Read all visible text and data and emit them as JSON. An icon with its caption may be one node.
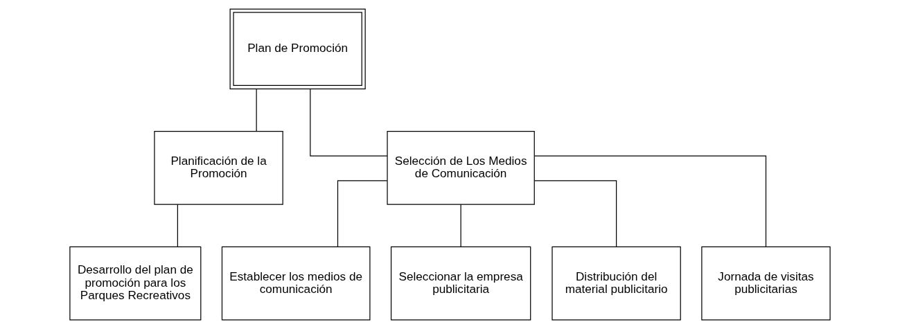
{
  "diagram": {
    "nodes": [
      {
        "text": [
          "Plan de Promoción"
        ]
      },
      {
        "text": [
          "Planificación de la Promoción"
        ]
      },
      {
        "text": [
          "Selección de Los Medios de Comunicación"
        ]
      },
      {
        "text": [
          "Desarrollo del plan de promoción para los Parques Recreativos"
        ]
      },
      {
        "text": [
          "Establecer los medios de comunicación"
        ]
      },
      {
        "text": [
          "Seleccionar la empresa publicitaria"
        ]
      },
      {
        "text": [
          "Distribución del material publicitario"
        ]
      },
      {
        "text": [
          "Jornada de visitas publicitarias"
        ]
      }
    ],
    "edges": [
      {
        "from": 0,
        "to": 1,
        "arrow": "none"
      },
      {
        "from": 0,
        "to": 2,
        "arrow": "none"
      },
      {
        "from": 1,
        "to": 3,
        "arrow": "none"
      },
      {
        "from": 2,
        "to": 4,
        "arrow": "none"
      },
      {
        "from": 2,
        "to": 5,
        "arrow": "none"
      },
      {
        "from": 2,
        "to": 6,
        "arrow": "none"
      },
      {
        "from": 2,
        "to": 7,
        "arrow": "none"
      }
    ]
  }
}
